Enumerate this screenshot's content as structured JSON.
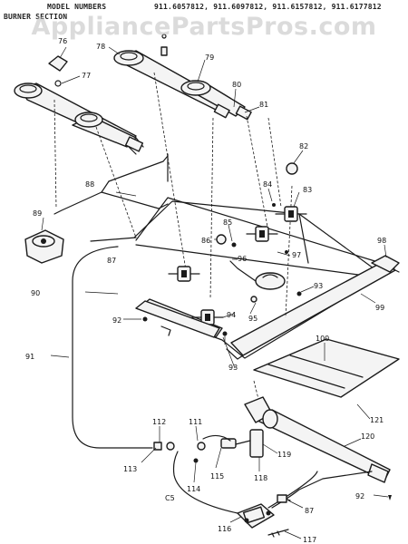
{
  "header": {
    "model_prefix": "MODEL NUMBERS",
    "models": "911.6057812,  911.6097812,  911.6157812,  911.6177812",
    "section": "BURNER SECTION"
  },
  "watermark": "AppliancePartsPros.com",
  "part_labels": [
    "76",
    "77",
    "78",
    "79",
    "80",
    "81",
    "82",
    "83",
    "84",
    "85",
    "86",
    "87",
    "88",
    "89",
    "90",
    "91",
    "92",
    "93",
    "94",
    "95",
    "96",
    "97",
    "98",
    "99",
    "100",
    "111",
    "112",
    "113",
    "114",
    "115",
    "116",
    "117",
    "118",
    "119",
    "120",
    "121",
    "87",
    "92",
    "93",
    "C5"
  ]
}
